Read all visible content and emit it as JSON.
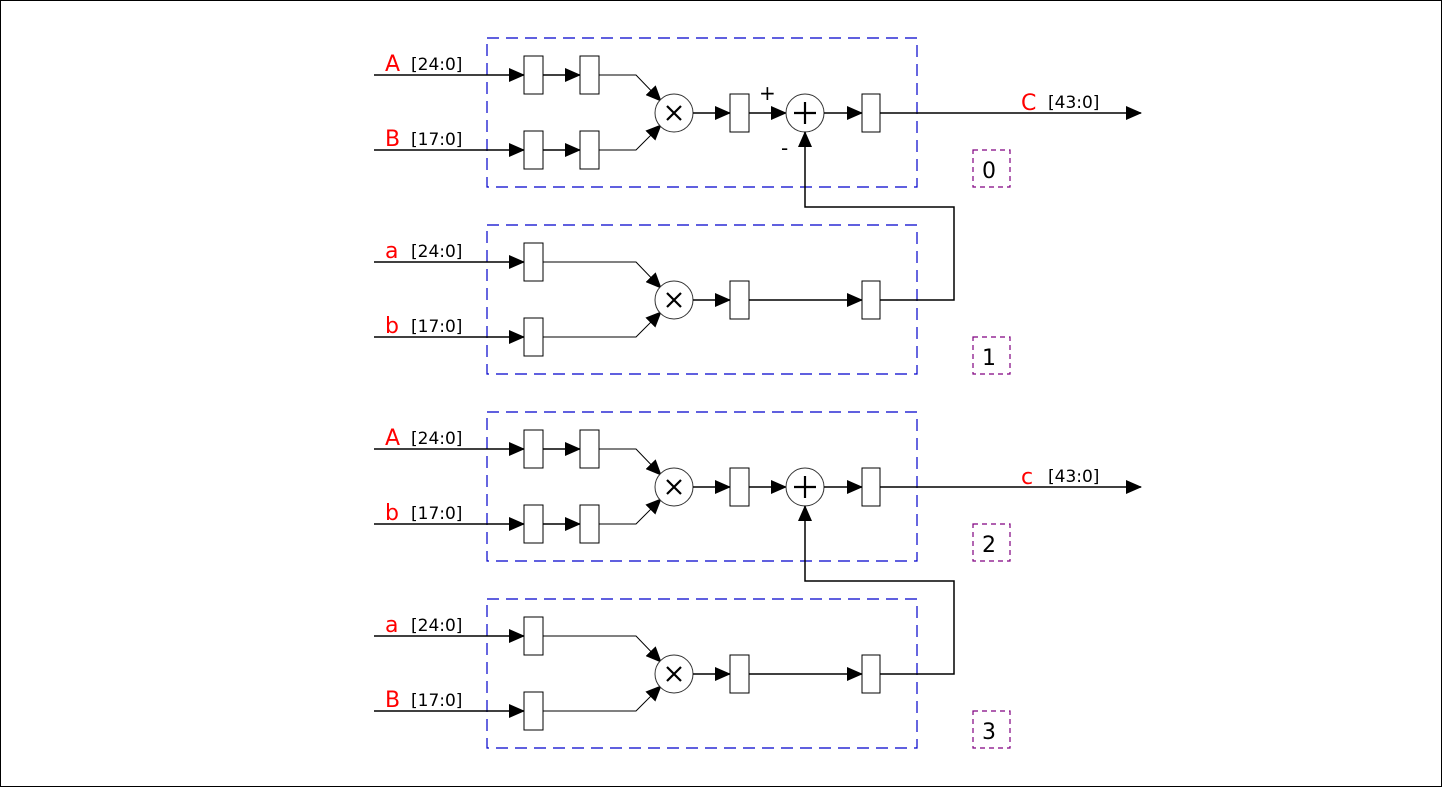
{
  "diagram": {
    "title": "",
    "colors": {
      "signal_label": "#ff0000",
      "wire": "#000000",
      "block_border": "#0000cc",
      "index_border": "#800080"
    },
    "blocks": [
      {
        "index": "0",
        "inputs": [
          {
            "name": "A",
            "range": "[24:0]",
            "registers": 2
          },
          {
            "name": "B",
            "range": "[17:0]",
            "registers": 2
          }
        ],
        "multiplier_symbol": "×",
        "has_adder": true,
        "adder_symbol": "+",
        "adder_signs": {
          "top": "+",
          "bottom": "-"
        },
        "output": {
          "name": "C",
          "range": "[43:0]"
        }
      },
      {
        "index": "1",
        "inputs": [
          {
            "name": "a",
            "range": "[24:0]",
            "registers": 1
          },
          {
            "name": "b",
            "range": "[17:0]",
            "registers": 1
          }
        ],
        "multiplier_symbol": "×",
        "has_adder": false,
        "feeds_adder_of_block": "0"
      },
      {
        "index": "2",
        "inputs": [
          {
            "name": "A",
            "range": "[24:0]",
            "registers": 2
          },
          {
            "name": "b",
            "range": "[17:0]",
            "registers": 2
          }
        ],
        "multiplier_symbol": "×",
        "has_adder": true,
        "adder_symbol": "+",
        "output": {
          "name": "c",
          "range": "[43:0]"
        }
      },
      {
        "index": "3",
        "inputs": [
          {
            "name": "a",
            "range": "[24:0]",
            "registers": 1
          },
          {
            "name": "B",
            "range": "[17:0]",
            "registers": 1
          }
        ],
        "multiplier_symbol": "×",
        "has_adder": false,
        "feeds_adder_of_block": "2"
      }
    ]
  }
}
